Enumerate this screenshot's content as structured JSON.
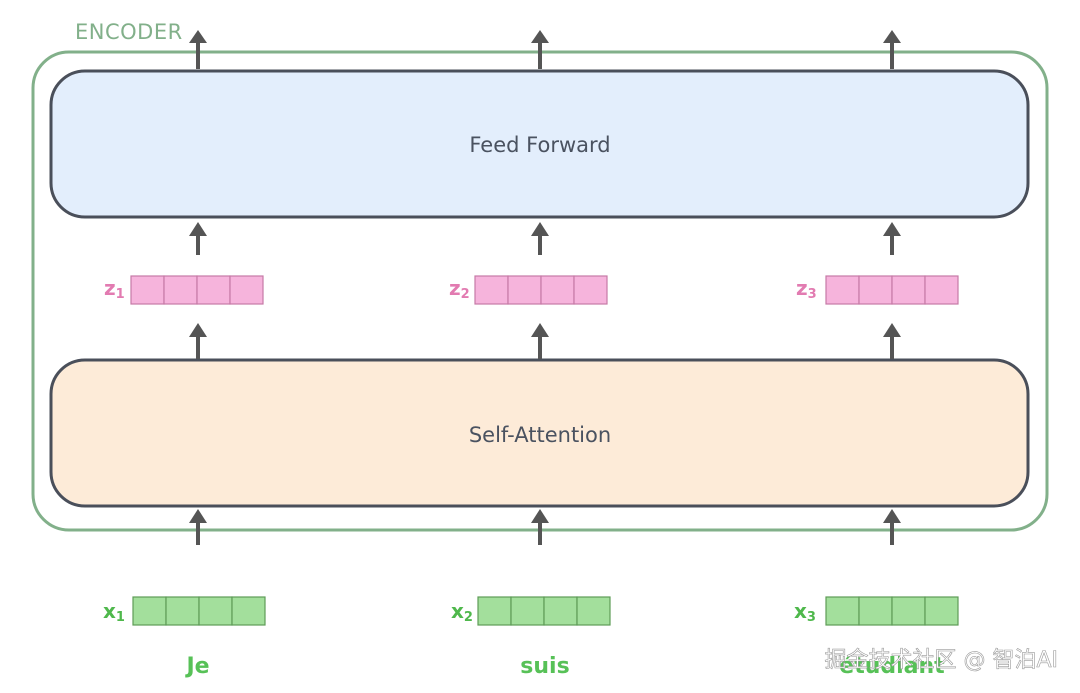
{
  "encoder": {
    "label": "ENCODER"
  },
  "blocks": {
    "feed_forward": "Feed Forward",
    "self_attention": "Self-Attention"
  },
  "z_vectors": [
    {
      "letter": "z",
      "sub": "1"
    },
    {
      "letter": "z",
      "sub": "2"
    },
    {
      "letter": "z",
      "sub": "3"
    }
  ],
  "x_vectors": [
    {
      "letter": "x",
      "sub": "1"
    },
    {
      "letter": "x",
      "sub": "2"
    },
    {
      "letter": "x",
      "sub": "3"
    }
  ],
  "words": [
    "Je",
    "suis",
    "étudiant"
  ],
  "watermark": "掘金技术社区 @ 智泊AI",
  "colors": {
    "encoder_border": "#82b08a",
    "feed_forward_fill": "#e3eefc",
    "self_attention_fill": "#fdebd8",
    "block_border": "#4a4f5a",
    "z_cell_fill": "#f6b4dc",
    "z_cell_stroke": "#c67aa6",
    "x_cell_fill": "#a3df9c",
    "x_cell_stroke": "#5e9c57",
    "arrow": "#555555"
  }
}
